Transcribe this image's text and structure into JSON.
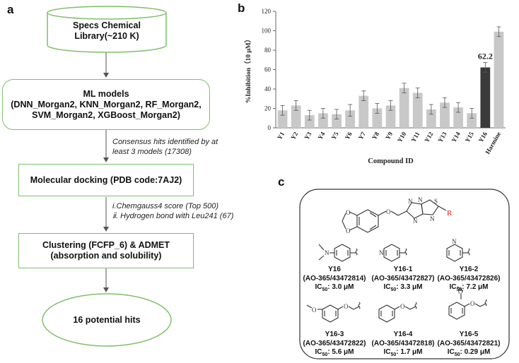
{
  "panel_a": {
    "letter": "a",
    "library_line1": "Specs Chemical",
    "library_line2": "Library(~210 K)",
    "ml_title": "ML models",
    "ml_line1": "(DNN_Morgan2, KNN_Morgan2, RF_Morgan2,",
    "ml_line2": "SVM_Morgan2, XGBoost_Morgan2)",
    "consensus_line1": "Consensus hits identified by at",
    "consensus_line2": "least 3 models (17308)",
    "docking": "Molecular docking  (PDB code:7AJ2)",
    "criteria_line1": "i.Chemgauss4 score (Top 500)",
    "criteria_line2": "ⅱ. Hydrogen bond with Leu241 (67)",
    "cluster_line1": "Clustering (FCFP_6) & ADMET",
    "cluster_line2": "(absorption and solubility)",
    "hits": "16 potential hits"
  },
  "panel_b": {
    "letter": "b"
  },
  "chart_data": {
    "type": "bar",
    "categories": [
      "Y1",
      "Y2",
      "Y3",
      "Y4",
      "Y5",
      "Y6",
      "Y7",
      "Y8",
      "Y9",
      "Y10",
      "Y11",
      "Y12",
      "Y13",
      "Y14",
      "Y15",
      "Y16",
      "Harmine"
    ],
    "values": [
      18,
      23,
      13,
      15,
      14,
      18,
      33,
      20,
      23,
      41,
      36,
      19,
      26,
      21,
      15,
      62.2,
      99
    ],
    "errors": [
      5,
      5,
      5,
      5,
      5,
      6,
      5,
      5,
      5,
      5,
      5,
      5,
      5,
      5,
      5,
      5,
      5
    ],
    "highlight_index": 15,
    "highlight_label": "62.2",
    "ylabel": "%Inhibition（10 μM）",
    "xlabel": "Compound ID",
    "ylim": [
      0,
      120
    ],
    "yticks": [
      0,
      20,
      40,
      60,
      80,
      100,
      120
    ],
    "bar_color": "#c8c8c8",
    "highlight_color": "#3a3a3a",
    "grid": false
  },
  "panel_c": {
    "letter": "c",
    "r_label": "R",
    "compounds": [
      {
        "name": "Y16",
        "id": "(AO-365/43472814)",
        "ic50_value": ": 3.0 μM"
      },
      {
        "name": "Y16-1",
        "id": "(AO-365/43472827)",
        "ic50_value": ": 3.3 μM"
      },
      {
        "name": "Y16-2",
        "id": "(AO-365/43472826)",
        "ic50_value": ": 7.2 μM"
      },
      {
        "name": "Y16-3",
        "id": "(AO-365/43472822)",
        "ic50_value": ": 5.6 μM"
      },
      {
        "name": "Y16-4",
        "id": "(AO-365/43472818)",
        "ic50_value": ": 1.7 μM"
      },
      {
        "name": "Y16-5",
        "id": "(AO-365/43472821)",
        "ic50_value": ": 0.29 μM"
      }
    ],
    "ic50_prefix": "IC",
    "ic50_sub": "50",
    "atoms": {
      "N": "N",
      "O": "O",
      "S": "S"
    }
  }
}
